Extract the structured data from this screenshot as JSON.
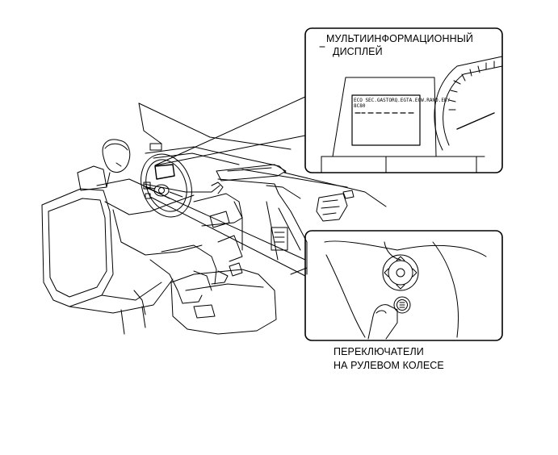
{
  "callouts": {
    "display": {
      "line1": "МУЛЬТИИНФОРМАЦИОННЫЙ",
      "line2": "ДИСПЛЕЙ"
    },
    "switches": {
      "line1": "ПЕРЕКЛЮЧАТЕЛИ",
      "line2": "НА РУЛЕВОМ КОЛЕСЕ"
    }
  },
  "lcd": {
    "row1": "ECO  SEC.GASTORQ.EGTA.ECW.RAND.ERY",
    "row2": "8C80"
  }
}
